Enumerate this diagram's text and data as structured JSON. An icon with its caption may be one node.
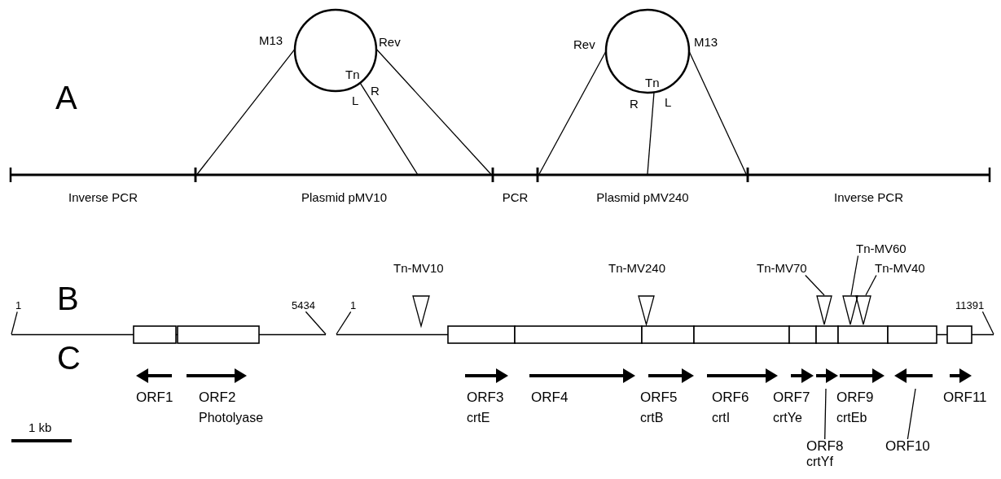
{
  "diagram": {
    "nodes": [
      {
        "text": [
          "Tn"
        ],
        "beside": [
          "M13",
          "Rev",
          "L",
          "R"
        ]
      },
      {
        "text": [
          "Tn"
        ],
        "beside": [
          "Rev",
          "M13",
          "R",
          "L"
        ]
      },
      {
        "text": [
          "Inverse PCR"
        ]
      },
      {
        "text": [
          "Plasmid pMV10"
        ]
      },
      {
        "text": [
          "PCR"
        ]
      },
      {
        "text": [
          "Plasmid pMV240"
        ]
      },
      {
        "text": [
          "Inverse PCR"
        ]
      },
      {
        "text": [
          "Tn-MV60"
        ]
      },
      {
        "text": [
          "Tn-MV70"
        ]
      },
      {
        "text": [
          "Tn-MV40"
        ]
      },
      {
        "text": [
          "1"
        ]
      },
      {
        "text": [
          "5434"
        ]
      },
      {
        "text": [
          "1"
        ]
      },
      {
        "text": [
          "11391"
        ]
      },
      {
        "text": [],
        "shape": "triangle"
      },
      {
        "text": [],
        "shape": "triangle"
      },
      {
        "text": [],
        "shape": "triangle"
      },
      {
        "text": [],
        "shape": "triangle"
      },
      {
        "text": [],
        "shape": "triangle"
      },
      {
        "text": [],
        "shape": "line"
      },
      {
        "text": [],
        "shape": "line"
      },
      {
        "text": [
          "ORF8",
          "crtYf"
        ]
      },
      {
        "text": [
          "ORF10"
        ]
      }
    ],
    "edges": [
      {
        "from": 0,
        "to": 3,
        "arrow": "none"
      },
      {
        "from": 0,
        "to": 3,
        "arrow": "none"
      },
      {
        "from": 0,
        "to": 3,
        "arrow": "none"
      },
      {
        "from": 1,
        "to": 5,
        "arrow": "none"
      },
      {
        "from": 1,
        "to": 5,
        "arrow": "none"
      },
      {
        "from": 1,
        "to": 5,
        "arrow": "none"
      },
      {
        "from": 7,
        "to": 17,
        "arrow": "none"
      },
      {
        "from": 8,
        "to": 16,
        "arrow": "none"
      },
      {
        "from": 9,
        "to": 18,
        "arrow": "none"
      },
      {
        "from": 10,
        "to": 19,
        "arrow": "none"
      },
      {
        "from": 11,
        "to": 19,
        "arrow": "none"
      },
      {
        "from": 12,
        "to": 20,
        "arrow": "none"
      },
      {
        "from": 13,
        "to": 20,
        "arrow": "none"
      },
      {
        "from": 21,
        "to": null,
        "arrow": "none"
      },
      {
        "from": 22,
        "to": null,
        "arrow": "none"
      }
    ],
    "labels": [
      "A",
      "Tn-MV10",
      "Tn-MV240",
      "B",
      "C",
      "ORF1",
      "ORF2",
      "Photolyase",
      "ORF3",
      "crtE",
      "ORF4",
      "ORF5",
      "crtB",
      "ORF6",
      "crtI",
      "ORF7",
      "crtYe",
      "ORF9",
      "crtEb",
      "ORF11",
      "1 kb"
    ]
  }
}
